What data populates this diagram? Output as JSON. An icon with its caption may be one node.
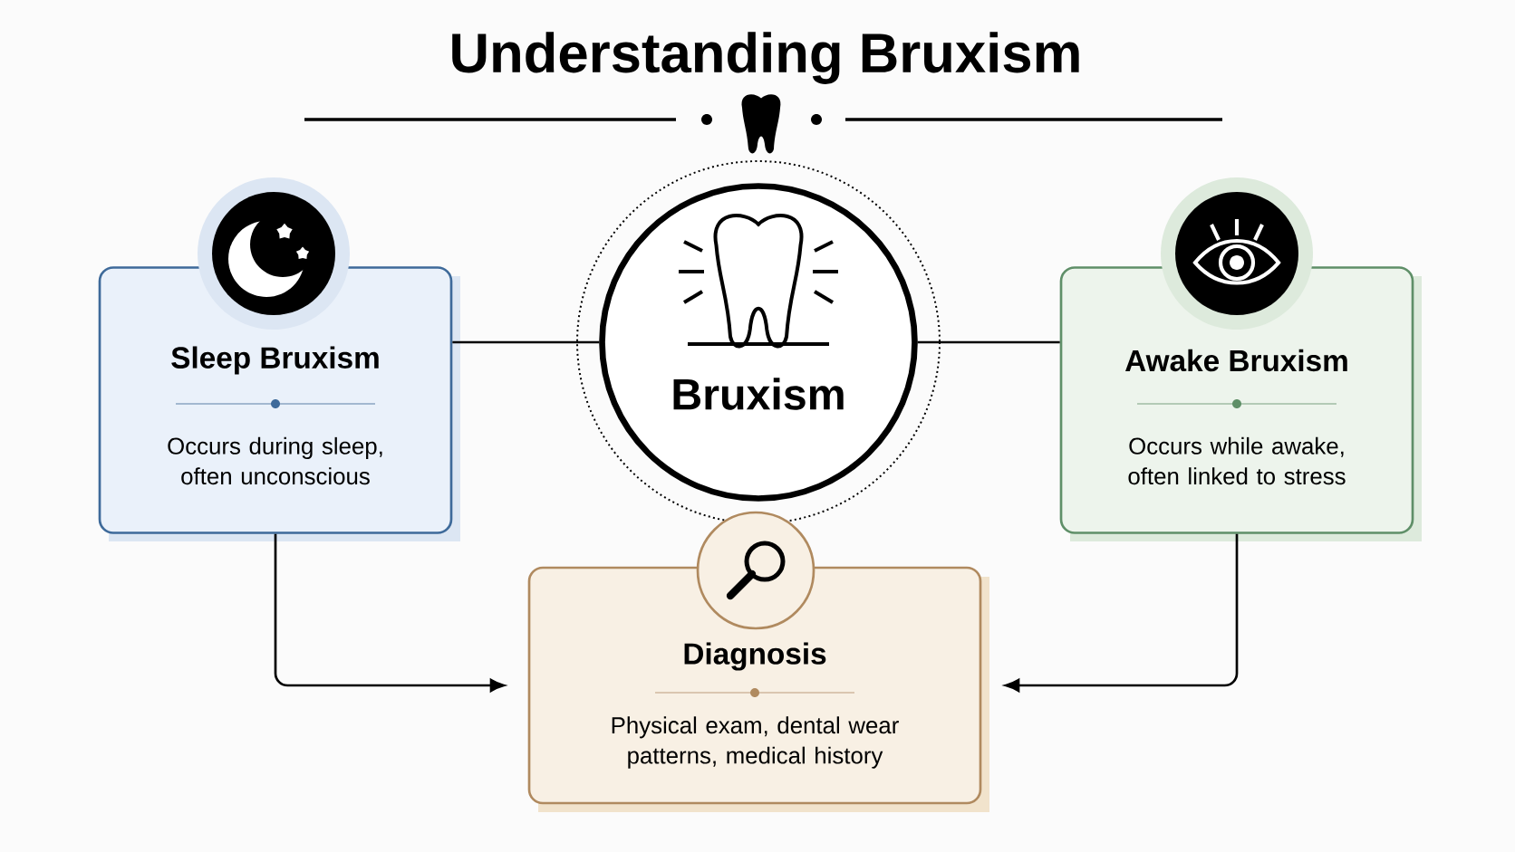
{
  "diagram": {
    "title": "Understanding Bruxism",
    "nodes": [
      {
        "text": [
          "Bruxism"
        ]
      },
      {
        "text": [
          "Sleep Bruxism",
          "Occurs during sleep, often unconscious"
        ]
      },
      {
        "text": [
          "Awake Bruxism",
          "Occurs while awake, often linked to stress"
        ]
      },
      {
        "text": [
          "Diagnosis",
          "Physical exam, dental wear patterns, medical history"
        ]
      }
    ],
    "edges": [
      {
        "from": 1,
        "to": 0,
        "arrow": "none"
      },
      {
        "from": 0,
        "to": 2,
        "arrow": "none"
      },
      {
        "from": 1,
        "to": 3,
        "arrow": "to"
      },
      {
        "from": 2,
        "to": 3,
        "arrow": "to"
      }
    ]
  }
}
